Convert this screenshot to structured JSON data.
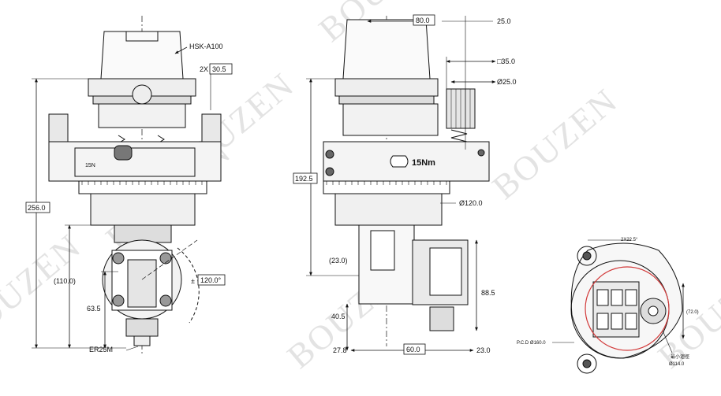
{
  "watermark": "BOUZEN",
  "colors": {
    "line": "#111111",
    "dark": "#333333",
    "mid": "#9a9a9a",
    "light": "#dcdcdc",
    "accent": "#d23a3a",
    "watermark": "#e3e3e3"
  },
  "front_view": {
    "interface": "HSK-A100",
    "pin_spacing": "2X",
    "pin_value": "30.5",
    "height_total": "256.0",
    "height_head": "(110.0)",
    "height_collet": "63.5",
    "swivel": "±",
    "swivel_value": "120.0°",
    "collet": "ER25M",
    "torque_small": "15N"
  },
  "side_view": {
    "top_width": "80.0",
    "top_offset": "25.0",
    "square": "□35.0",
    "diameter_small": "Ø25.0",
    "height_body": "192.5",
    "torque": "15Nm",
    "diameter_flange": "Ø120.0",
    "offset": "(23.0)",
    "height_right": "88.5",
    "height_bottom": "40.5",
    "width_left": "27.8",
    "width_mid": "60.0",
    "width_right": "23.0"
  },
  "plan_view": {
    "angle": "2X22.5°",
    "pcd": "P.C.D Ø160.0",
    "side_dim": "(72.0)",
    "min_turn_label": "最小迴徑",
    "min_turn_value": "Ø114.0"
  }
}
